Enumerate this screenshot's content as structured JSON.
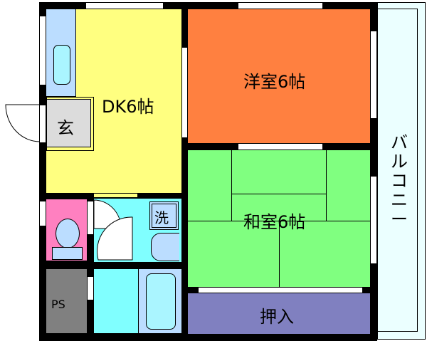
{
  "floorplan": {
    "rooms": [
      {
        "id": "dk",
        "label": "DK6帖",
        "color": "#FFFF80"
      },
      {
        "id": "western",
        "label": "洋室6帖",
        "color": "#FF8040"
      },
      {
        "id": "japanese",
        "label": "和室6帖",
        "color": "#80FF80"
      },
      {
        "id": "closet",
        "label": "押入",
        "color": "#8080C0"
      },
      {
        "id": "balcony",
        "label": "バルコニー",
        "color": "#EBFFFF"
      },
      {
        "id": "entrance",
        "label": "玄",
        "color": "#DCDCDC"
      },
      {
        "id": "washer",
        "label": "洗",
        "color": "#BBDDFF"
      },
      {
        "id": "ps",
        "label": "PS",
        "color": "#808080"
      },
      {
        "id": "toilet",
        "label": "",
        "color": "#FF80C0"
      },
      {
        "id": "washroom",
        "label": "",
        "color": "#80FFFF"
      },
      {
        "id": "bath",
        "label": "",
        "color": "#BBDDFF"
      }
    ]
  }
}
